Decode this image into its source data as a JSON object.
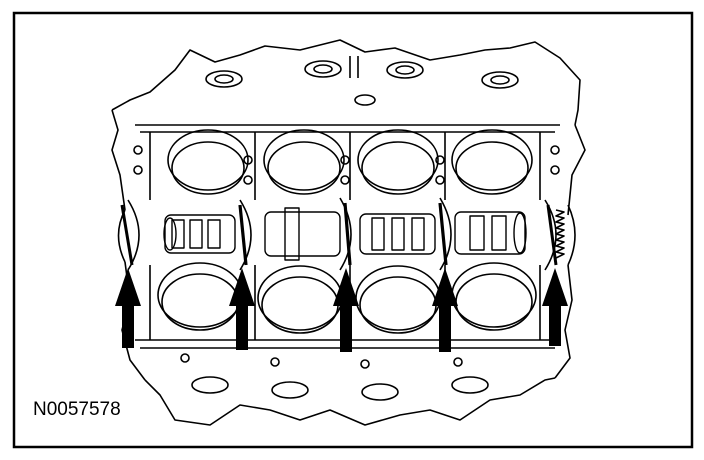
{
  "figure": {
    "reference_code": "N0057578",
    "line_color": "#000000",
    "background": "#ffffff",
    "callout_arrows": [
      {
        "name": "arrow-bearing-1",
        "direction": "up"
      },
      {
        "name": "arrow-bearing-2",
        "direction": "up"
      },
      {
        "name": "arrow-bearing-3",
        "direction": "up"
      },
      {
        "name": "arrow-bearing-4",
        "direction": "up"
      },
      {
        "name": "arrow-bearing-5",
        "direction": "up"
      }
    ]
  }
}
